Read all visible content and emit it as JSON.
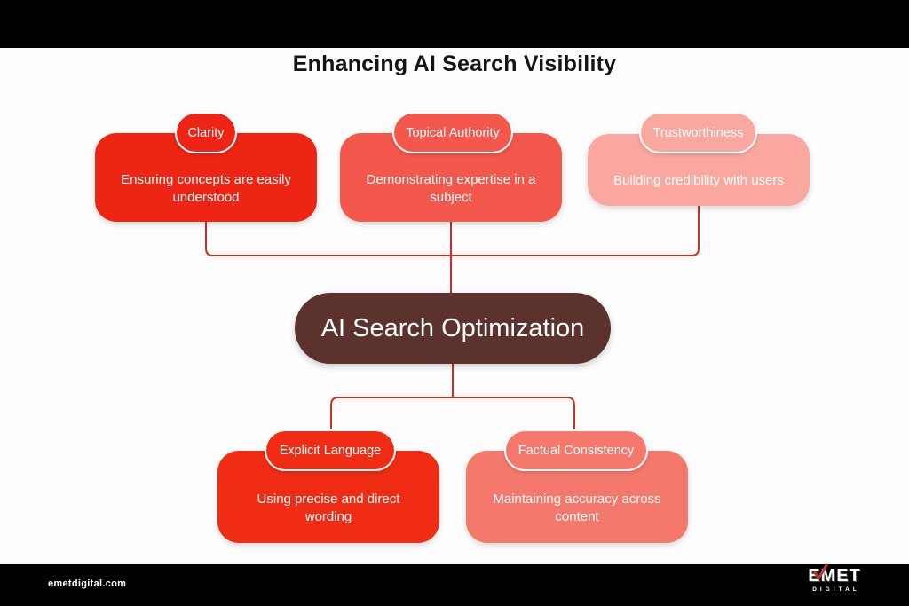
{
  "title": "Enhancing AI Search Visibility",
  "colors": {
    "background": "#fdfdfd",
    "bar": "#000000",
    "connector": "#cf2f1e",
    "center_node": "#5b322e"
  },
  "center_node": {
    "label": "AI Search Optimization"
  },
  "top_nodes": [
    {
      "label": "Clarity",
      "description": "Ensuring concepts are easily understood",
      "color": "#ee2414"
    },
    {
      "label": "Topical Authority",
      "description": "Demonstrating expertise in a subject",
      "color": "#f4574b"
    },
    {
      "label": "Trustworthiness",
      "description": "Building credibility with users",
      "color": "#f9a79f"
    }
  ],
  "bottom_nodes": [
    {
      "label": "Explicit Language",
      "description": "Using precise and direct wording",
      "color": "#f12c15"
    },
    {
      "label": "Factual Consistency",
      "description": "Maintaining accuracy across content",
      "color": "#f5786c"
    }
  ],
  "footer": {
    "website": "emetdigital.com",
    "logo_text": "EMET",
    "logo_subtext": "DIGITAL",
    "logo_check_color": "#b5392f"
  }
}
